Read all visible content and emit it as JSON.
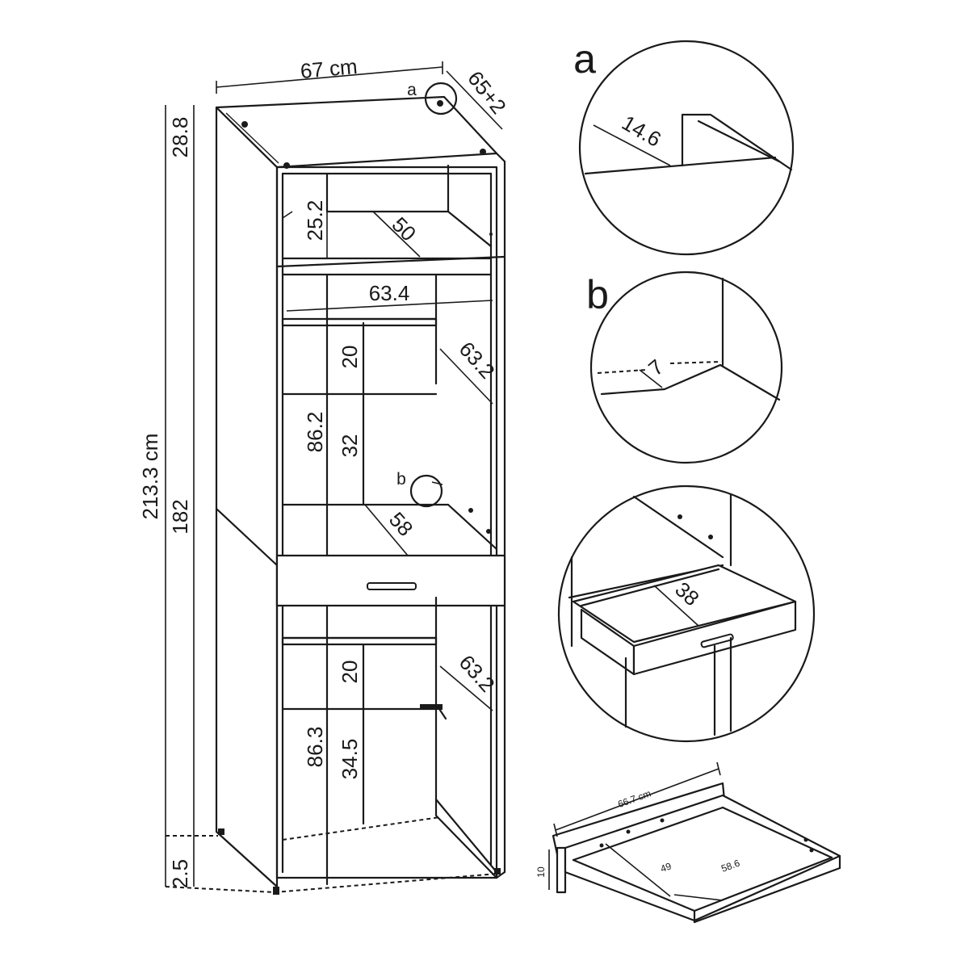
{
  "cabinet": {
    "width_label": "67 cm",
    "depth_label": "65+2",
    "total_height_label": "213.3 cm",
    "top_height_label": "28.8",
    "body_height_label": "182",
    "plinth_label": "2.5",
    "niche_height_label": "25.2",
    "niche_depth_label": "50",
    "inner_width_label": "63.4",
    "upper_front_label": "20",
    "upper_side_label": "63.2",
    "upper_height_label": "86.2",
    "upper_inner_label": "32",
    "upper_shelf_depth_label": "58",
    "lower_front_label": "20",
    "lower_side_label": "63.2",
    "lower_height_label": "86.3",
    "lower_inner_label": "34.5",
    "callout_a": "a",
    "callout_b": "b"
  },
  "detail_a": {
    "letter": "a",
    "dimension_label": "14.6"
  },
  "detail_b": {
    "letter": "b",
    "dimension_label": "7"
  },
  "detail_drawer": {
    "dimension_label": "38"
  },
  "tray": {
    "width_label": "66.7 cm",
    "height_label": "10",
    "depth_label": "49",
    "length_label": "58.6"
  }
}
